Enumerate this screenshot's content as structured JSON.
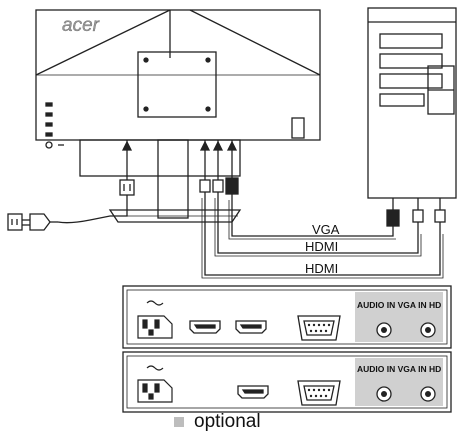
{
  "monitor": {
    "brand": "acer"
  },
  "cables": [
    {
      "label": "VGA"
    },
    {
      "label": "HDMI"
    },
    {
      "label": "HDMI"
    }
  ],
  "panel_top": {
    "ports_label": "AUDIO IN VGA IN HD"
  },
  "panel_bottom": {
    "ports_label": "AUDIO IN VGA IN HD"
  },
  "legend": {
    "text": "optional",
    "swatch_color": "#bdbdbd"
  }
}
